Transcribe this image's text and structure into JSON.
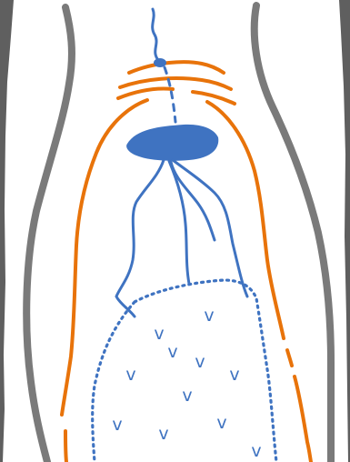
{
  "diagram": {
    "marks": [
      "v",
      "v",
      "v",
      "v",
      "v",
      "v",
      "v",
      "v",
      "v",
      "v",
      "v"
    ]
  },
  "colors": {
    "background": "#ffffff",
    "edge_texture": "#5f5f5f",
    "outer_outline": "#7a7a7a",
    "orange_boundary": "#e8730a",
    "blue_structure": "#3f73c1",
    "blue_fill": "#3f73c1",
    "mark_text": "#3f73c1"
  }
}
